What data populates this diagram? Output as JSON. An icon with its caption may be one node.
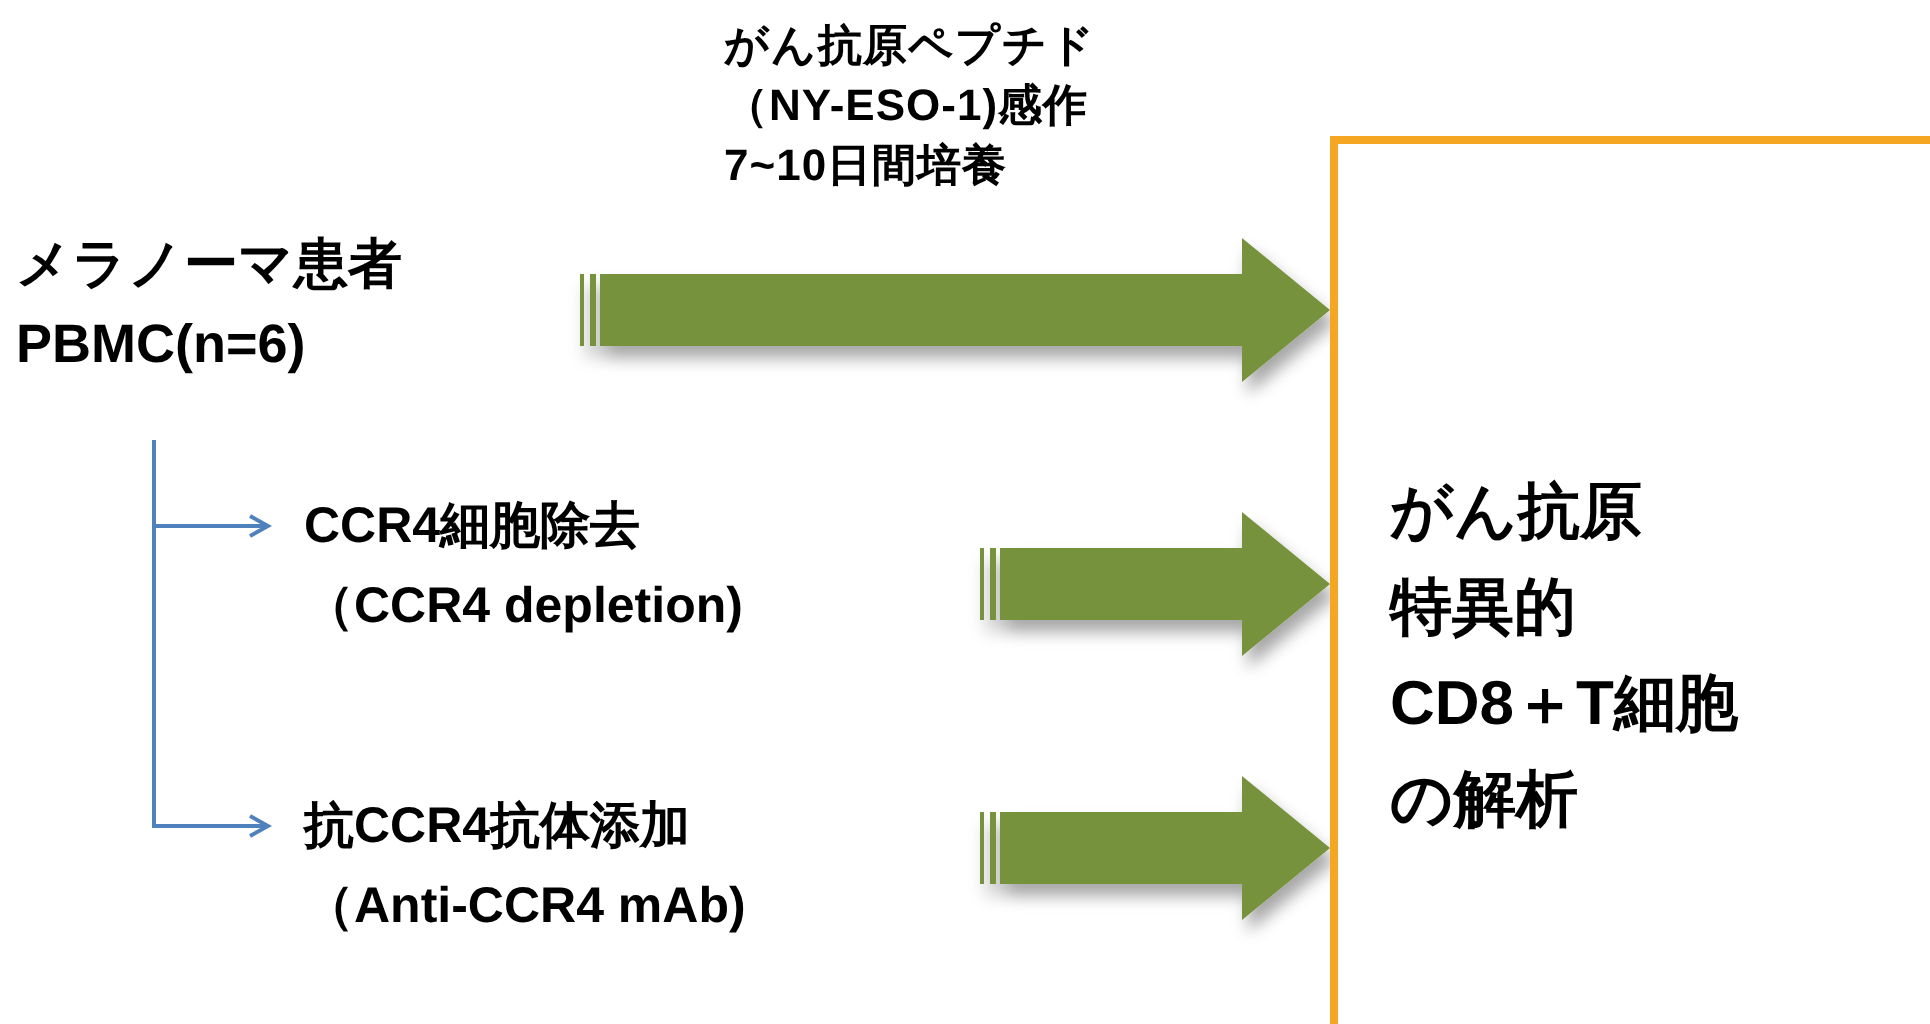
{
  "diagram": {
    "nodes": [
      {
        "text": [
          "メラノーマ患者",
          "PBMC(n=6)"
        ]
      },
      {
        "text": [
          "CCR4細胞除去",
          "（CCR4 depletion)"
        ]
      },
      {
        "text": [
          "抗CCR4抗体添加",
          "（Anti-CCR4 mAb)"
        ]
      },
      {
        "text": [
          "がん抗原",
          "特異的",
          "CD8＋T細胞",
          "の解析"
        ]
      }
    ],
    "edges": [
      {
        "from": 0,
        "to": 1,
        "arrow": "to",
        "color": "#4f81bd"
      },
      {
        "from": 0,
        "to": 2,
        "arrow": "to",
        "color": "#4f81bd"
      },
      {
        "from": null,
        "to": 3,
        "arrow": "to",
        "style": "thick",
        "label": "がん抗原ペプチド（NY-ESO-1)感作7~10日間培養"
      },
      {
        "from": null,
        "to": 3,
        "arrow": "to",
        "style": "thick"
      },
      {
        "from": null,
        "to": 3,
        "arrow": "to",
        "style": "thick"
      }
    ]
  }
}
